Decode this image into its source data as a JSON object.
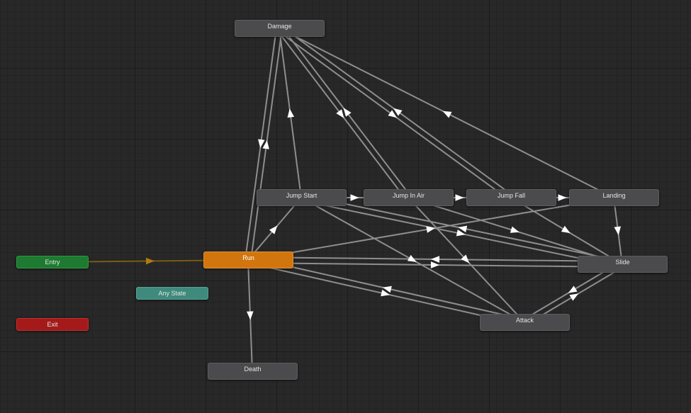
{
  "graph": {
    "colors": {
      "node": "#4b4b4d",
      "default_state": "#d1760f",
      "entry": "#1e7a30",
      "exit": "#a41a1a",
      "any_state": "#3e8a7c",
      "transition": "#8e8e8e",
      "arrow": "#ffffff",
      "entry_transition": "#7a5a16"
    },
    "nodes": {
      "damage": "Damage",
      "jump_start": "Jump Start",
      "jump_in_air": "Jump In Air",
      "jump_fall": "Jump Fall",
      "landing": "Landing",
      "run": "Run",
      "slide": "Slide",
      "attack": "Attack",
      "death": "Death",
      "entry": "Entry",
      "any_state": "Any State",
      "exit": "Exit"
    },
    "transitions": [
      {
        "from": "Entry",
        "to": "Run"
      },
      {
        "from": "Run",
        "to": "Damage"
      },
      {
        "from": "Damage",
        "to": "Run"
      },
      {
        "from": "Jump Start",
        "to": "Damage"
      },
      {
        "from": "Jump In Air",
        "to": "Damage"
      },
      {
        "from": "Damage",
        "to": "Jump In Air"
      },
      {
        "from": "Jump Fall",
        "to": "Damage"
      },
      {
        "from": "Damage",
        "to": "Jump Fall"
      },
      {
        "from": "Landing",
        "to": "Damage"
      },
      {
        "from": "Run",
        "to": "Jump Start"
      },
      {
        "from": "Jump Start",
        "to": "Jump In Air"
      },
      {
        "from": "Jump In Air",
        "to": "Jump Fall"
      },
      {
        "from": "Jump Fall",
        "to": "Landing"
      },
      {
        "from": "Landing",
        "to": "Slide"
      },
      {
        "from": "Run",
        "to": "Death"
      },
      {
        "from": "Run",
        "to": "Slide"
      },
      {
        "from": "Slide",
        "to": "Run"
      },
      {
        "from": "Run",
        "to": "Attack"
      },
      {
        "from": "Attack",
        "to": "Run"
      },
      {
        "from": "Slide",
        "to": "Attack"
      },
      {
        "from": "Attack",
        "to": "Slide"
      },
      {
        "from": "Jump Start",
        "to": "Slide"
      },
      {
        "from": "Slide",
        "to": "Jump Start"
      },
      {
        "from": "Jump In Air",
        "to": "Slide"
      },
      {
        "from": "Jump Fall",
        "to": "Slide"
      },
      {
        "from": "Jump Start",
        "to": "Attack"
      },
      {
        "from": "Jump In Air",
        "to": "Attack"
      },
      {
        "from": "Run",
        "to": "Landing"
      }
    ]
  }
}
